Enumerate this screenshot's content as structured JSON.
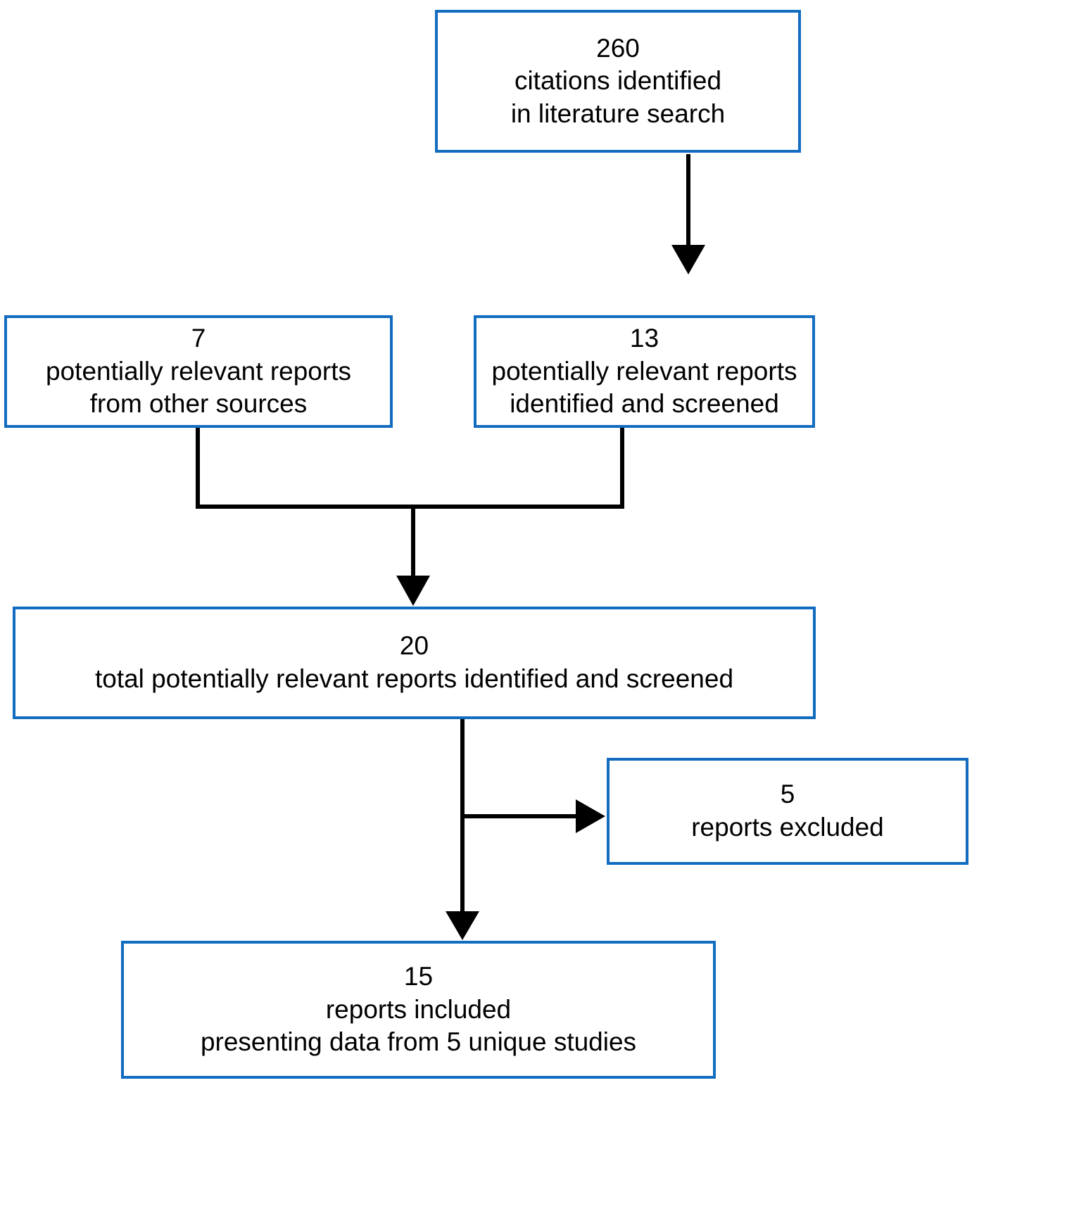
{
  "diagram": {
    "type": "prisma-study-selection-flowchart",
    "colors": {
      "box_border": "#126cbf",
      "connector": "#000000",
      "text": "#000000",
      "background": "#ffffff"
    },
    "nodes": [
      {
        "id": "identified",
        "count": "260",
        "lines": [
          "260",
          "citations identified",
          "in literature search"
        ]
      },
      {
        "id": "other_sources",
        "count": "7",
        "lines": [
          "7",
          "potentially relevant reports",
          "from other sources"
        ]
      },
      {
        "id": "screened",
        "count": "13",
        "lines": [
          "13",
          "potentially relevant reports",
          "identified and screened"
        ]
      },
      {
        "id": "total_screened",
        "count": "20",
        "lines": [
          "20",
          "total potentially relevant reports identified and screened"
        ]
      },
      {
        "id": "excluded",
        "count": "5",
        "lines": [
          "5",
          "reports excluded"
        ]
      },
      {
        "id": "included",
        "count": "15",
        "lines": [
          "15",
          "reports included",
          "presenting data from 5 unique studies"
        ]
      }
    ],
    "edges": [
      {
        "from": "identified",
        "to": "screened",
        "kind": "arrow-down"
      },
      {
        "from": "other_sources",
        "to": "total_screened",
        "kind": "elbow-merge-down"
      },
      {
        "from": "screened",
        "to": "total_screened",
        "kind": "elbow-merge-down"
      },
      {
        "from": "total_screened",
        "to": "excluded",
        "kind": "arrow-right"
      },
      {
        "from": "total_screened",
        "to": "included",
        "kind": "arrow-down"
      }
    ]
  }
}
